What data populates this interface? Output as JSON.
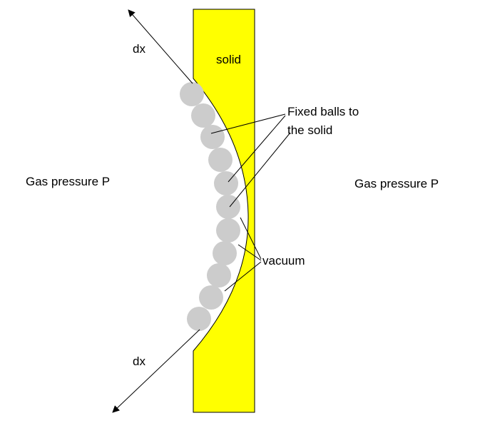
{
  "labels": {
    "dx_top": "dx",
    "dx_bottom": "dx",
    "solid": "solid",
    "fixed_balls_line1": "Fixed balls to",
    "fixed_balls_line2": "the solid",
    "gas_left": "Gas pressure P",
    "gas_right": "Gas pressure P",
    "vacuum": "vacuum"
  },
  "colors": {
    "solid_fill": "#ffff00",
    "ball_fill": "#cccccc",
    "line": "#000000"
  },
  "balls": {
    "count": 11
  }
}
